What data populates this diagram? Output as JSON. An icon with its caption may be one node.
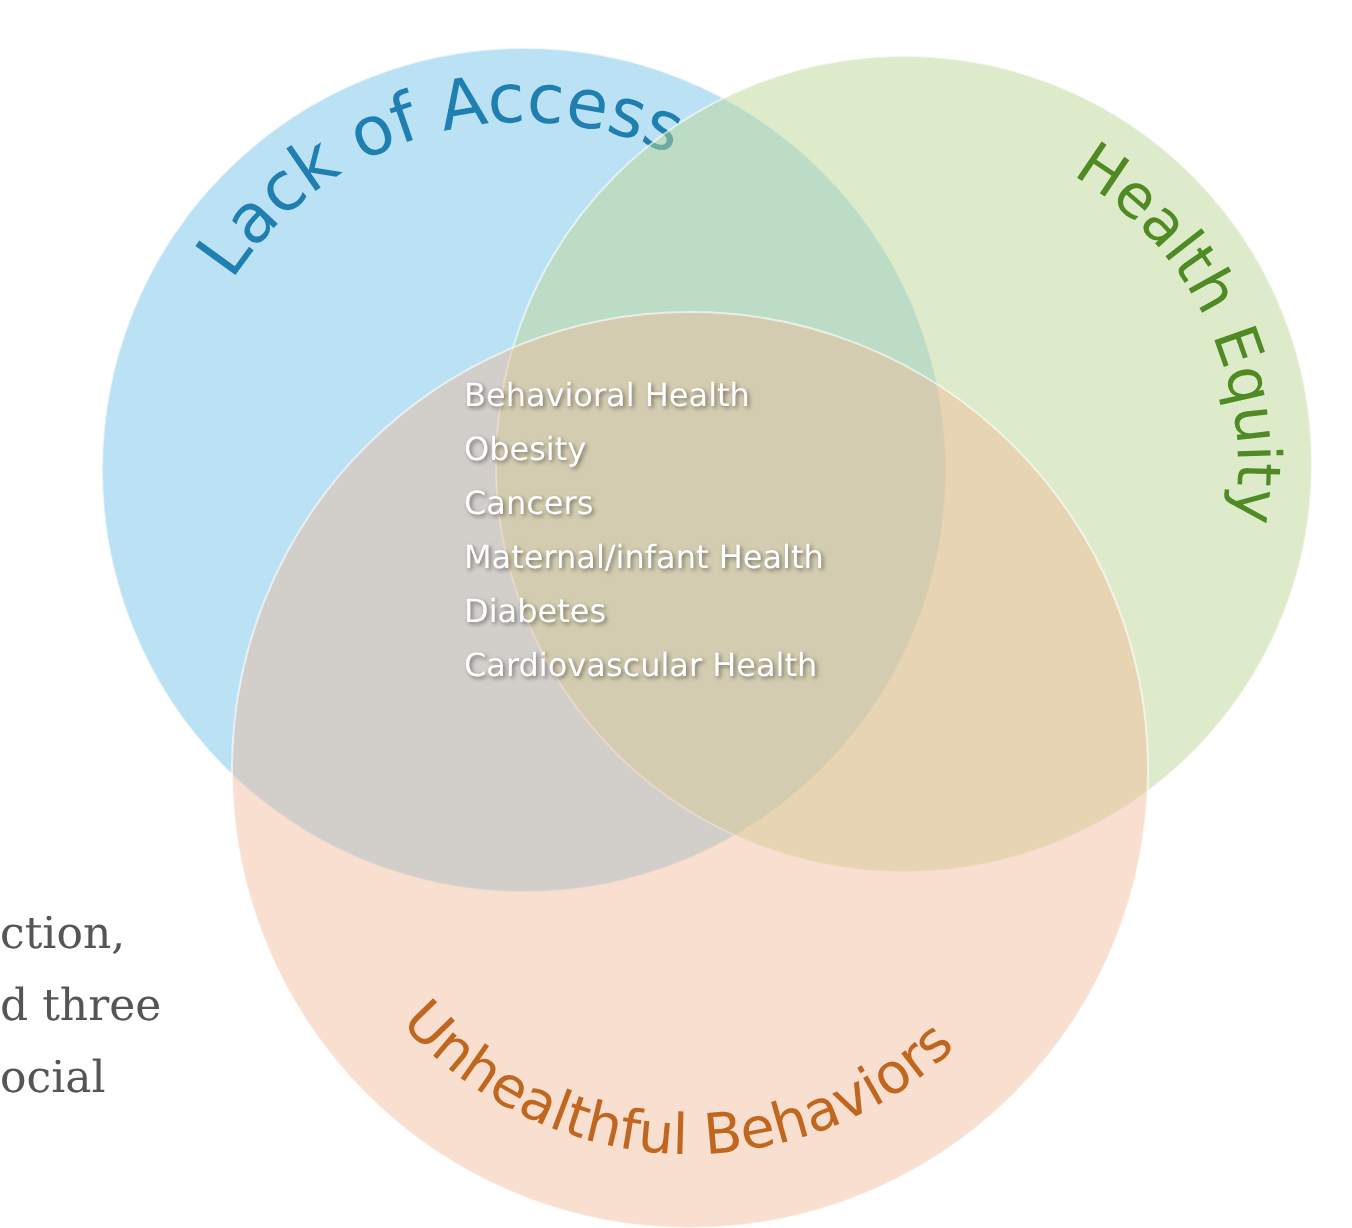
{
  "diagram": {
    "nodes": [
      {
        "text": [
          "Lack of Access"
        ]
      },
      {
        "text": [
          "Health Equity"
        ]
      },
      {
        "text": [
          "Unhealthful Behaviors"
        ]
      }
    ],
    "labels": [
      "Behavioral Health",
      "Obesity",
      "Cancers",
      "Maternal/infant Health",
      "Diabetes",
      "Cardiovascular Health",
      "ction,",
      "d three",
      "ocial"
    ]
  }
}
